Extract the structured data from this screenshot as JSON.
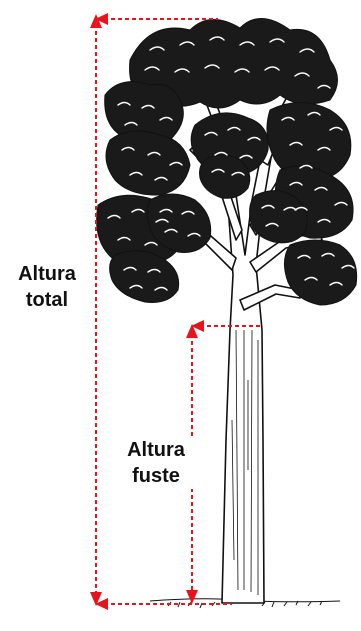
{
  "labels": {
    "total_line1": "Altura",
    "total_line2": "total",
    "fuste_line1": "Altura",
    "fuste_line2": "fuste"
  },
  "colors": {
    "dimension_line": "#e8141b",
    "ink": "#111111",
    "foliage_fill": "#1a1a1a",
    "background": "#ffffff"
  }
}
